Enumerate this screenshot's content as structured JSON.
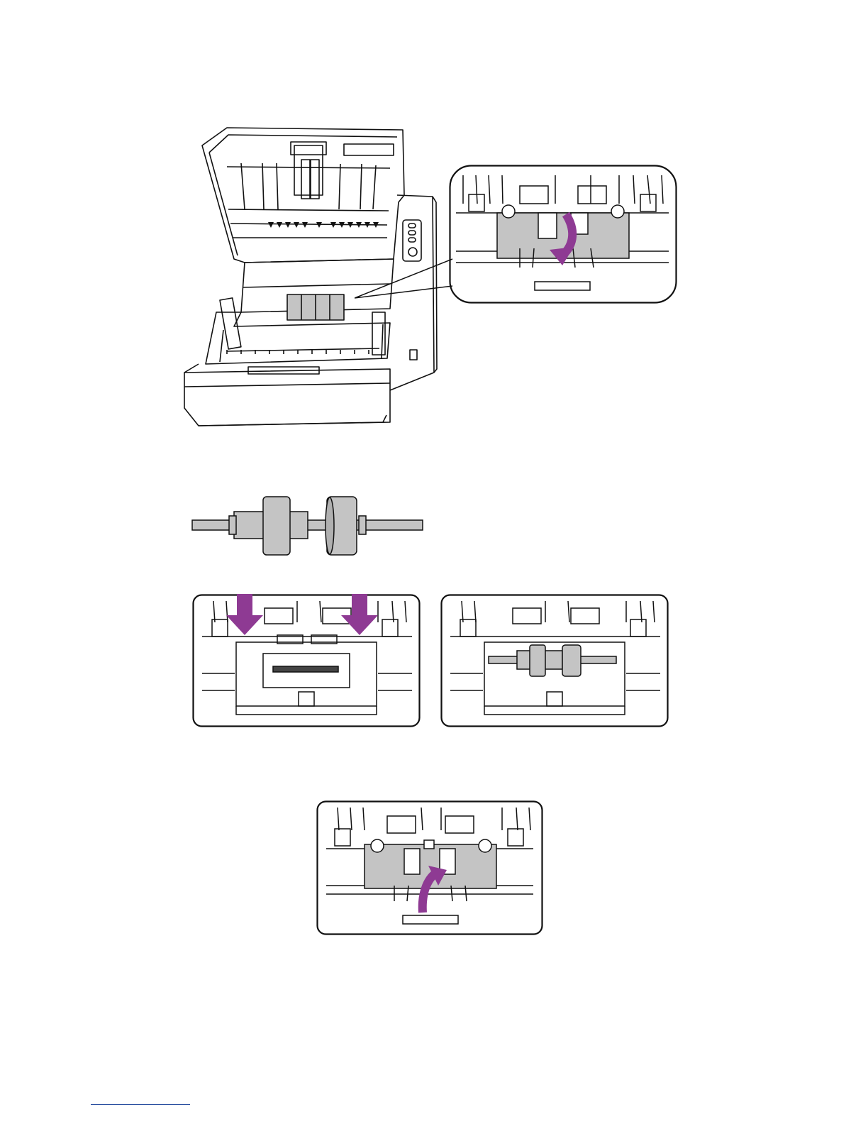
{
  "figures": [
    {
      "id": "scanner-open-overview",
      "depicts": "scanner-with-open-cover"
    },
    {
      "id": "callout-cover-open",
      "depicts": "roller-cover-opening"
    },
    {
      "id": "roller-part",
      "depicts": "separation-roller"
    },
    {
      "id": "insert-roller",
      "depicts": "roller-insertion"
    },
    {
      "id": "roller-installed",
      "depicts": "roller-installed"
    },
    {
      "id": "close-cover",
      "depicts": "roller-cover-closing"
    }
  ],
  "colors": {
    "arrow": "#8e3a93",
    "line": "#111111",
    "gray_fill": "#c4c4c4",
    "footer_rule": "#2a4fa0"
  }
}
